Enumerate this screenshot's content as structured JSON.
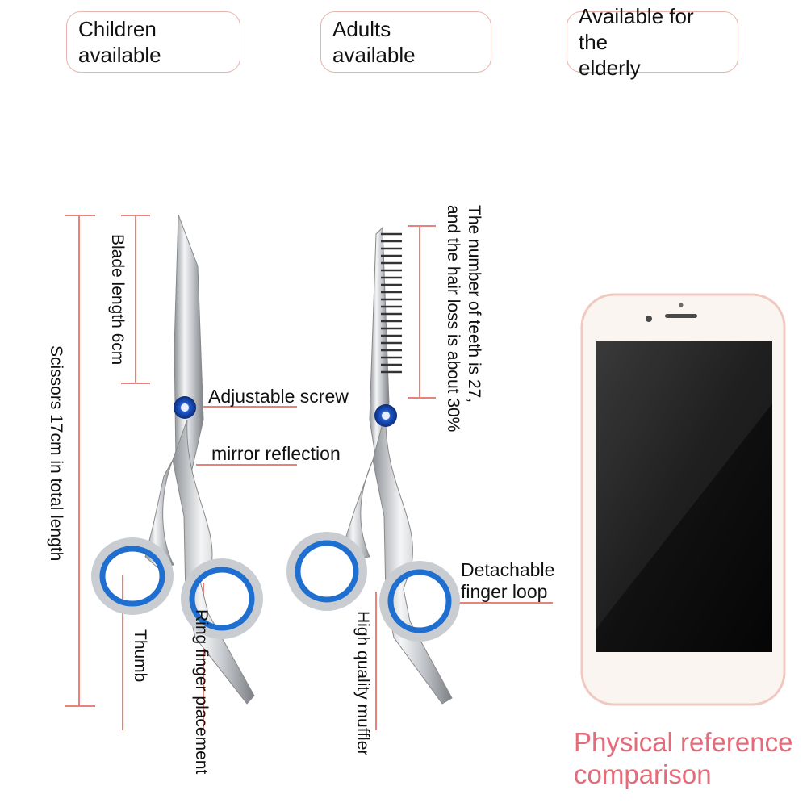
{
  "badges": {
    "children": "Children available",
    "adults": "Adults available",
    "elderly_line1": "Available for the",
    "elderly_line2": "elderly"
  },
  "labels": {
    "total_length": "Scissors 17cm in total length",
    "blade_length": "Blade length 6cm",
    "adjustable_screw": "Adjustable screw",
    "mirror_reflection": "mirror reflection",
    "thumb": "Thumb",
    "ring_finger": "Ring finger placement",
    "teeth_line1": "The number of teeth is 27,",
    "teeth_line2": "and the hair loss is about 30%",
    "detachable_line1": "Detachable",
    "detachable_line2": "finger loop",
    "muffler": "High quality muffler"
  },
  "reference": {
    "line1": "Physical reference",
    "line2": "comparison"
  },
  "colors": {
    "accent_line": "#e8837b",
    "badge_border": "#e7b5ad",
    "reference_text": "#e36b7a",
    "finger_ring": "#1f6fd1"
  },
  "icons": [
    "cutting-scissors-icon",
    "thinning-scissors-icon",
    "smartphone-icon"
  ]
}
